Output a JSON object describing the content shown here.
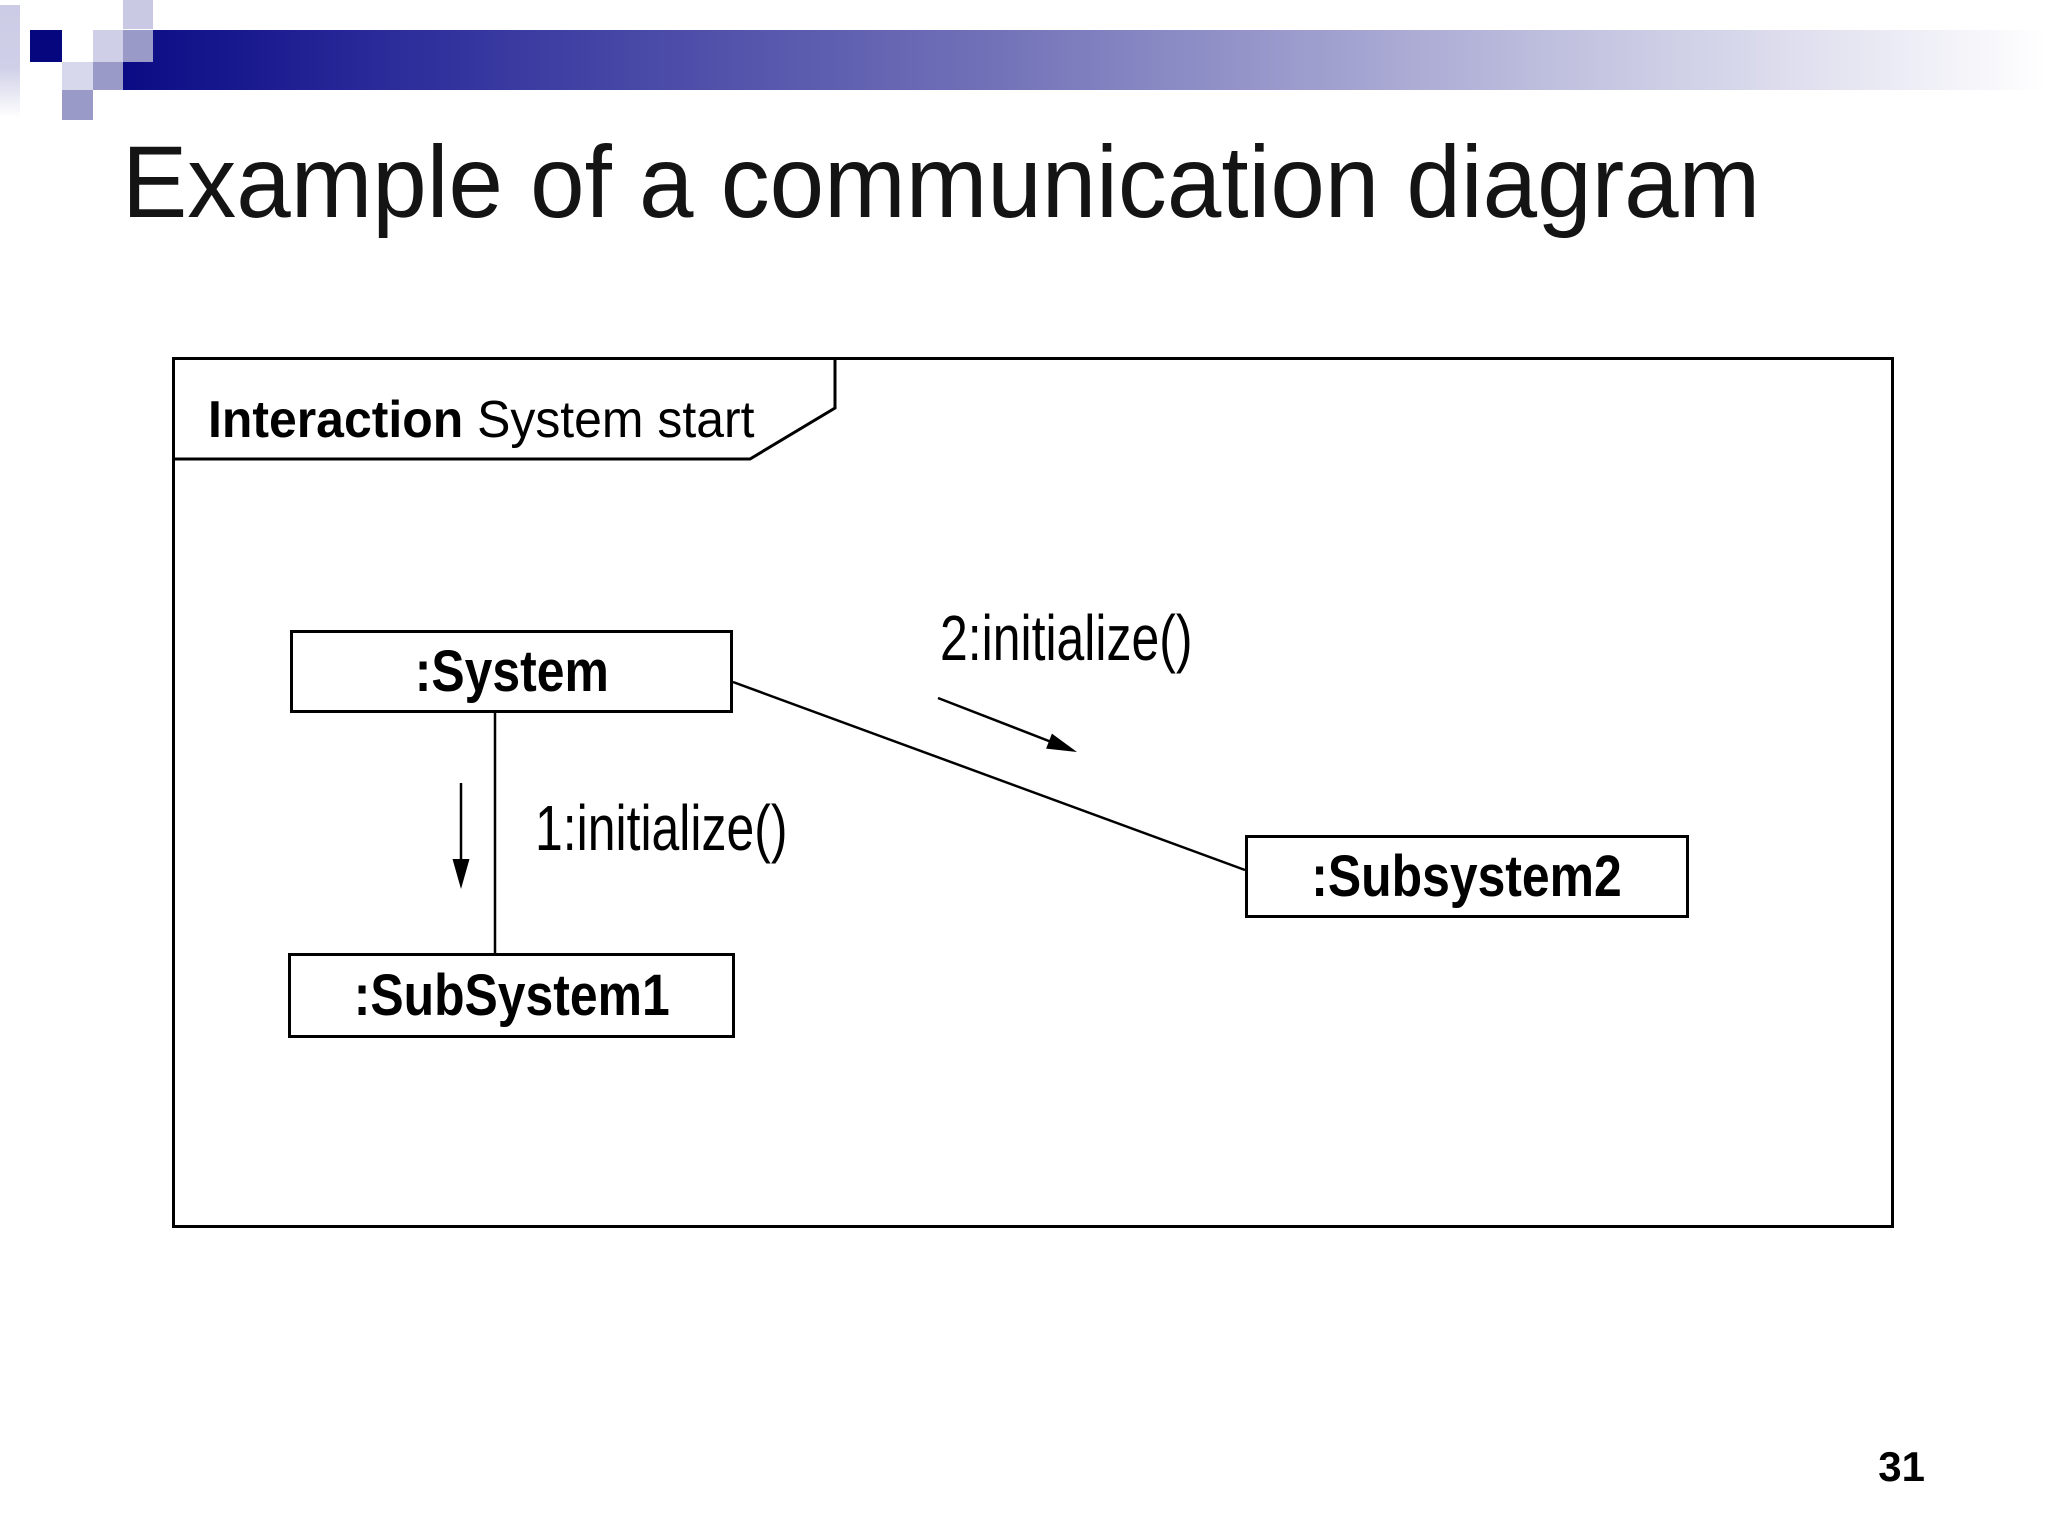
{
  "slide": {
    "title": "Example of a communication diagram",
    "page_number": "31"
  },
  "diagram": {
    "frame_label": {
      "keyword": "Interaction",
      "name": " System start"
    },
    "nodes": [
      {
        "id": "system",
        "label": ":System"
      },
      {
        "id": "subsystem1",
        "label": ":SubSystem1"
      },
      {
        "id": "subsystem2",
        "label": ":Subsystem2"
      }
    ],
    "messages": [
      {
        "sequence": "1",
        "label": "1:initialize()",
        "from": ":System",
        "to": ":SubSystem1"
      },
      {
        "sequence": "2",
        "label": "2:initialize()",
        "from": ":System",
        "to": ":Subsystem2"
      }
    ]
  },
  "colors": {
    "header_navy": "#06067f",
    "header_bar_start": "#0b0b85",
    "header_medium_lavender": "#9a9ac8",
    "header_light_lavender": "#cfcfe8",
    "stroke": "#000000",
    "background": "#ffffff"
  }
}
